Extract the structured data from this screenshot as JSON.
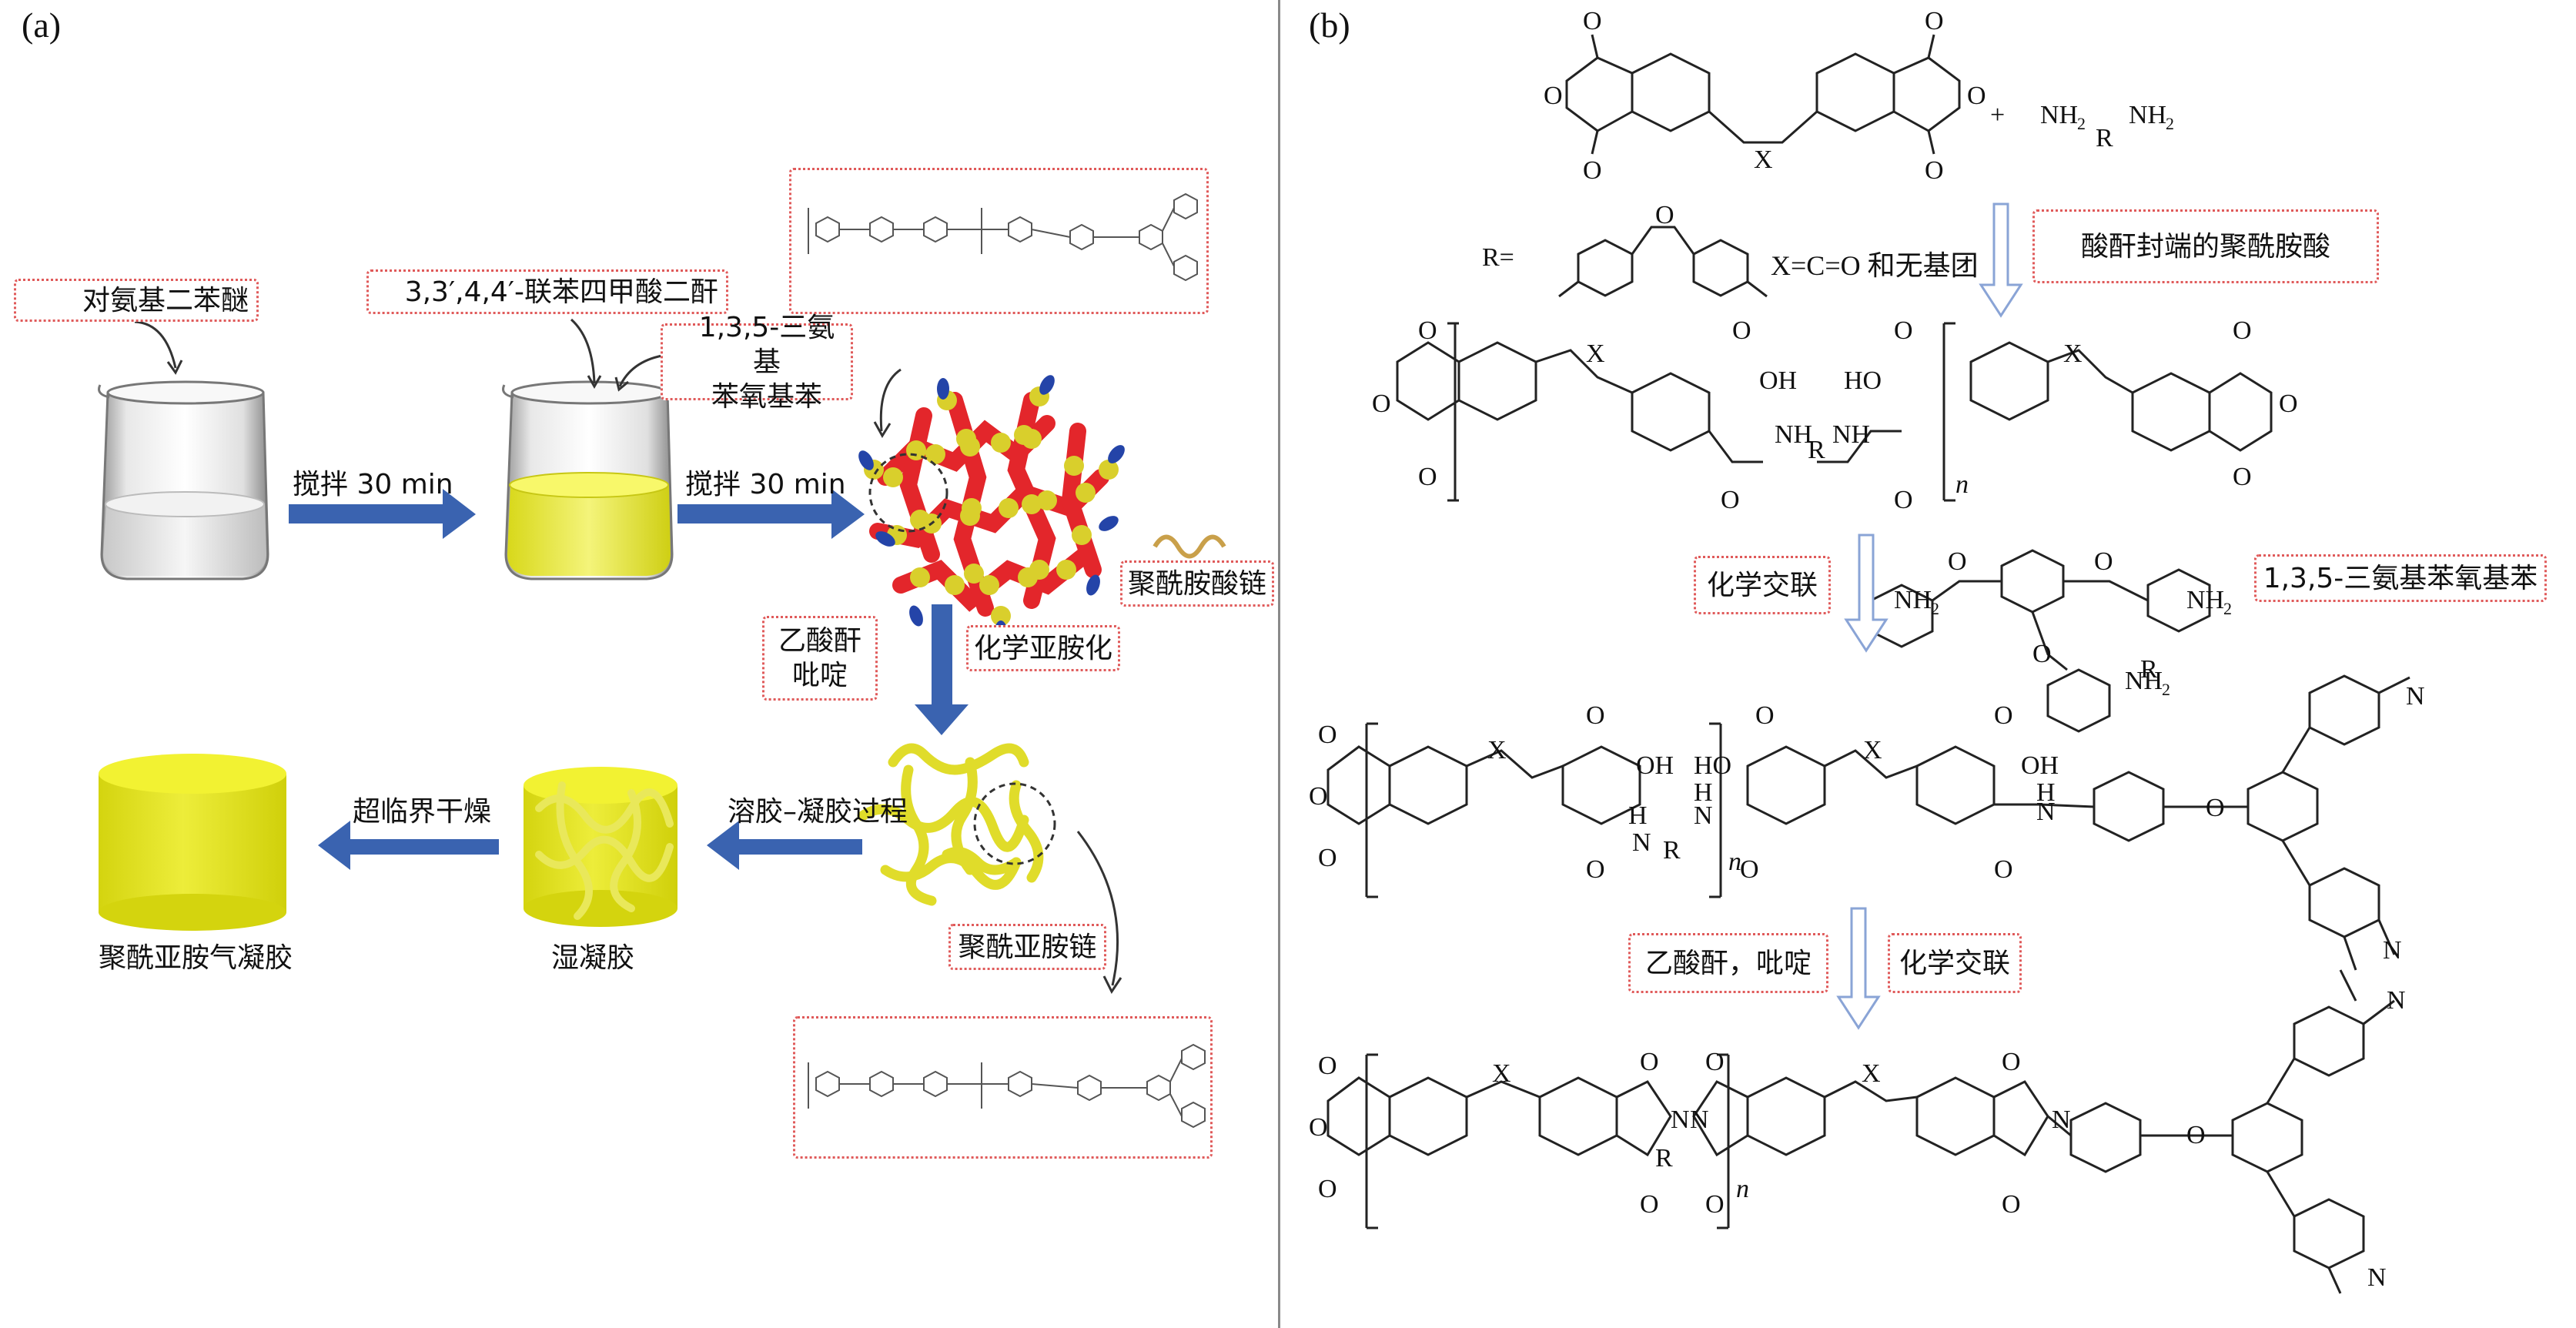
{
  "panels": {
    "a": "(a)",
    "b": "(b)"
  },
  "left": {
    "reagent_oda": "对氨基二苯醚",
    "reagent_bpda": "3,3′,4,4′-联苯四甲酸二酐",
    "reagent_tapob": "1,3,5-三氨基\n苯氧基苯",
    "stir1": "搅拌 30 min",
    "stir2": "搅拌 30 min",
    "paa_chain": "聚酰胺酸链",
    "reagents_imid": "乙酸酐\n吡啶",
    "chem_imid": "化学亚胺化",
    "solgel": "溶胶–凝胶过程",
    "scd": "超临界干燥",
    "pi_chain": "聚酰亚胺链",
    "wet_gel": "湿凝胶",
    "aerogel": "聚酰亚胺气凝胶"
  },
  "right": {
    "plus": "+",
    "nh2_left": "NH",
    "nh2_right": "NH",
    "two": "2",
    "r_label": "R",
    "r_eq": "R=",
    "x_def": "X=C=O 和无基团",
    "anhydride_paa": "酸酐封端的聚酰胺酸",
    "crosslink1": "化学交联",
    "tapob_name": "1,3,5-三氨基苯氧基苯",
    "reagents2": "乙酸酐，吡啶",
    "crosslink2": "化学交联",
    "atom_o": "O",
    "atom_x": "X",
    "atom_n": "N",
    "atom_h": "H",
    "oh": "OH",
    "ho": "HO",
    "nh": "NH",
    "n_sub": "n"
  },
  "colors": {
    "arrow_blue": "#3a63b0",
    "dot_red": "#e3262b",
    "dot_yellow": "#d9cf2c",
    "dot_blue": "#2444a8",
    "gel_yellow": "#e4e31e",
    "box_border": "#e05a5a",
    "open_arrow": "#8aa4d6"
  }
}
